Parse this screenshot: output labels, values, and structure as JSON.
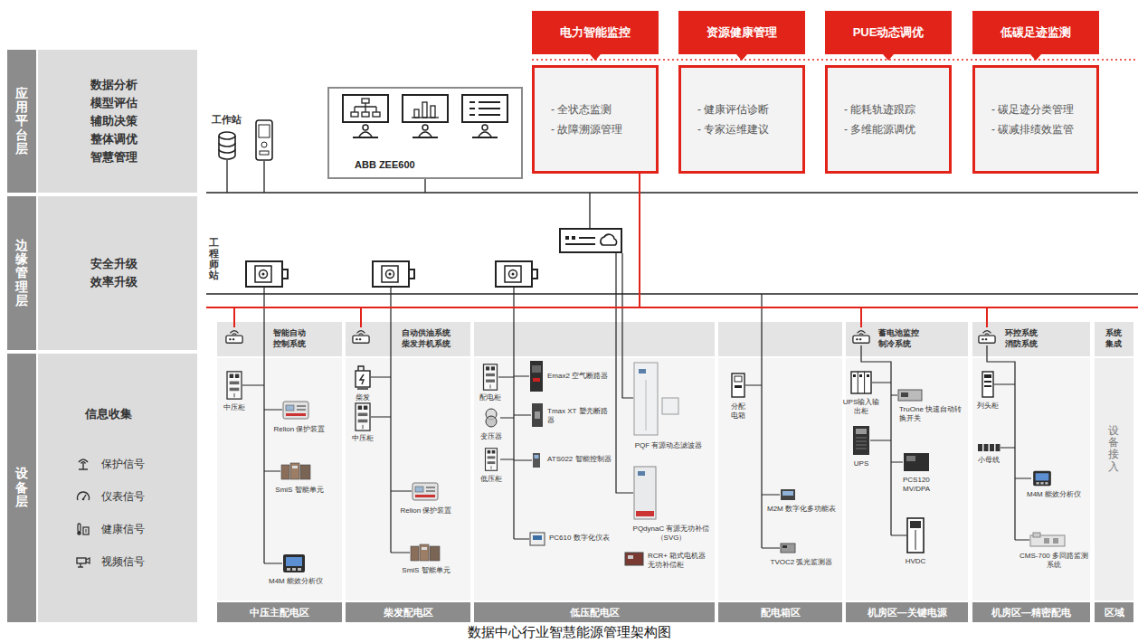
{
  "diagram": {
    "caption": "数据中心行业智慧能源管理架构图",
    "nodes": [
      {
        "text": [
          "应用平台层"
        ]
      },
      {
        "text": [
          "数据分析 模型评估 辅助决策 整体调优 智慧管理"
        ]
      },
      {
        "text": [
          "ABB ZEE600"
        ]
      },
      {
        "text": [
          "电力智能监控",
          "- 全状态监测",
          "- 故障溯源管理"
        ]
      },
      {
        "text": [
          "资源健康管理",
          "- 健康评估诊断",
          "- 专家运维建议"
        ]
      },
      {
        "text": [
          "PUE动态调优",
          "- 能耗轨迹跟踪",
          "- 多维能源调优"
        ]
      },
      {
        "text": [
          "低碳足迹监测",
          "- 碳足迹分类管理",
          "- 碳减排绩效监管"
        ]
      },
      {
        "text": [
          "边缘管理层"
        ]
      },
      {
        "text": [
          "安全升级 效率升级"
        ]
      },
      {
        "text": [
          "设备层"
        ]
      },
      {
        "text": [
          "信息收集",
          "保护信号",
          "仪表信号",
          "健康信号",
          "视频信号"
        ]
      },
      {
        "text": [
          "智能自动 控制系统"
        ]
      },
      {
        "text": [
          "自动供油系统 柴发并机系统"
        ]
      },
      {
        "text": [
          "蓄电池监控 制冷系统"
        ]
      },
      {
        "text": [
          "环控系统 消防系统"
        ]
      },
      {
        "text": [
          "系统 集成"
        ]
      },
      {
        "text": [
          "中压主配电区"
        ]
      },
      {
        "text": [
          "柴发配电区"
        ]
      },
      {
        "text": [
          "低压配电区"
        ]
      },
      {
        "text": [
          "配电箱区"
        ]
      },
      {
        "text": [
          "机房区—关键电源"
        ]
      },
      {
        "text": [
          "机房区—精密配电"
        ]
      },
      {
        "text": [
          "区域"
        ]
      }
    ],
    "labels": [
      "工作站",
      "工程师站",
      "中压柜",
      "Relion 保护装置",
      "SmiS 智能单元",
      "M4M 能效分析仪",
      "柴发",
      "中压柜",
      "Relion 保护装置",
      "SmiS 智能单元",
      "配电柜",
      "变压器",
      "低压柜",
      "Emax2 空气断路器",
      "Tmax XT 塑壳断路器",
      "ATS022 智能控制器",
      "PC610 数字化仪表",
      "PQF 有源动态滤波器",
      "PQdynaC 有源无功补偿（SVG）",
      "RCR+ 箱式电机器无功补偿柜",
      "分配电箱",
      "M2M 数字化多功能表",
      "TVOC2 弧光监测器",
      "UPS输入输出柜",
      "UPS",
      "TruOne 快速自动转换开关",
      "PCS120 MV/DPA",
      "HVDC",
      "列头柜",
      "小母线",
      "M4M 能效分析仪",
      "CMS-700 多回路监测系统",
      "设备接入"
    ]
  }
}
